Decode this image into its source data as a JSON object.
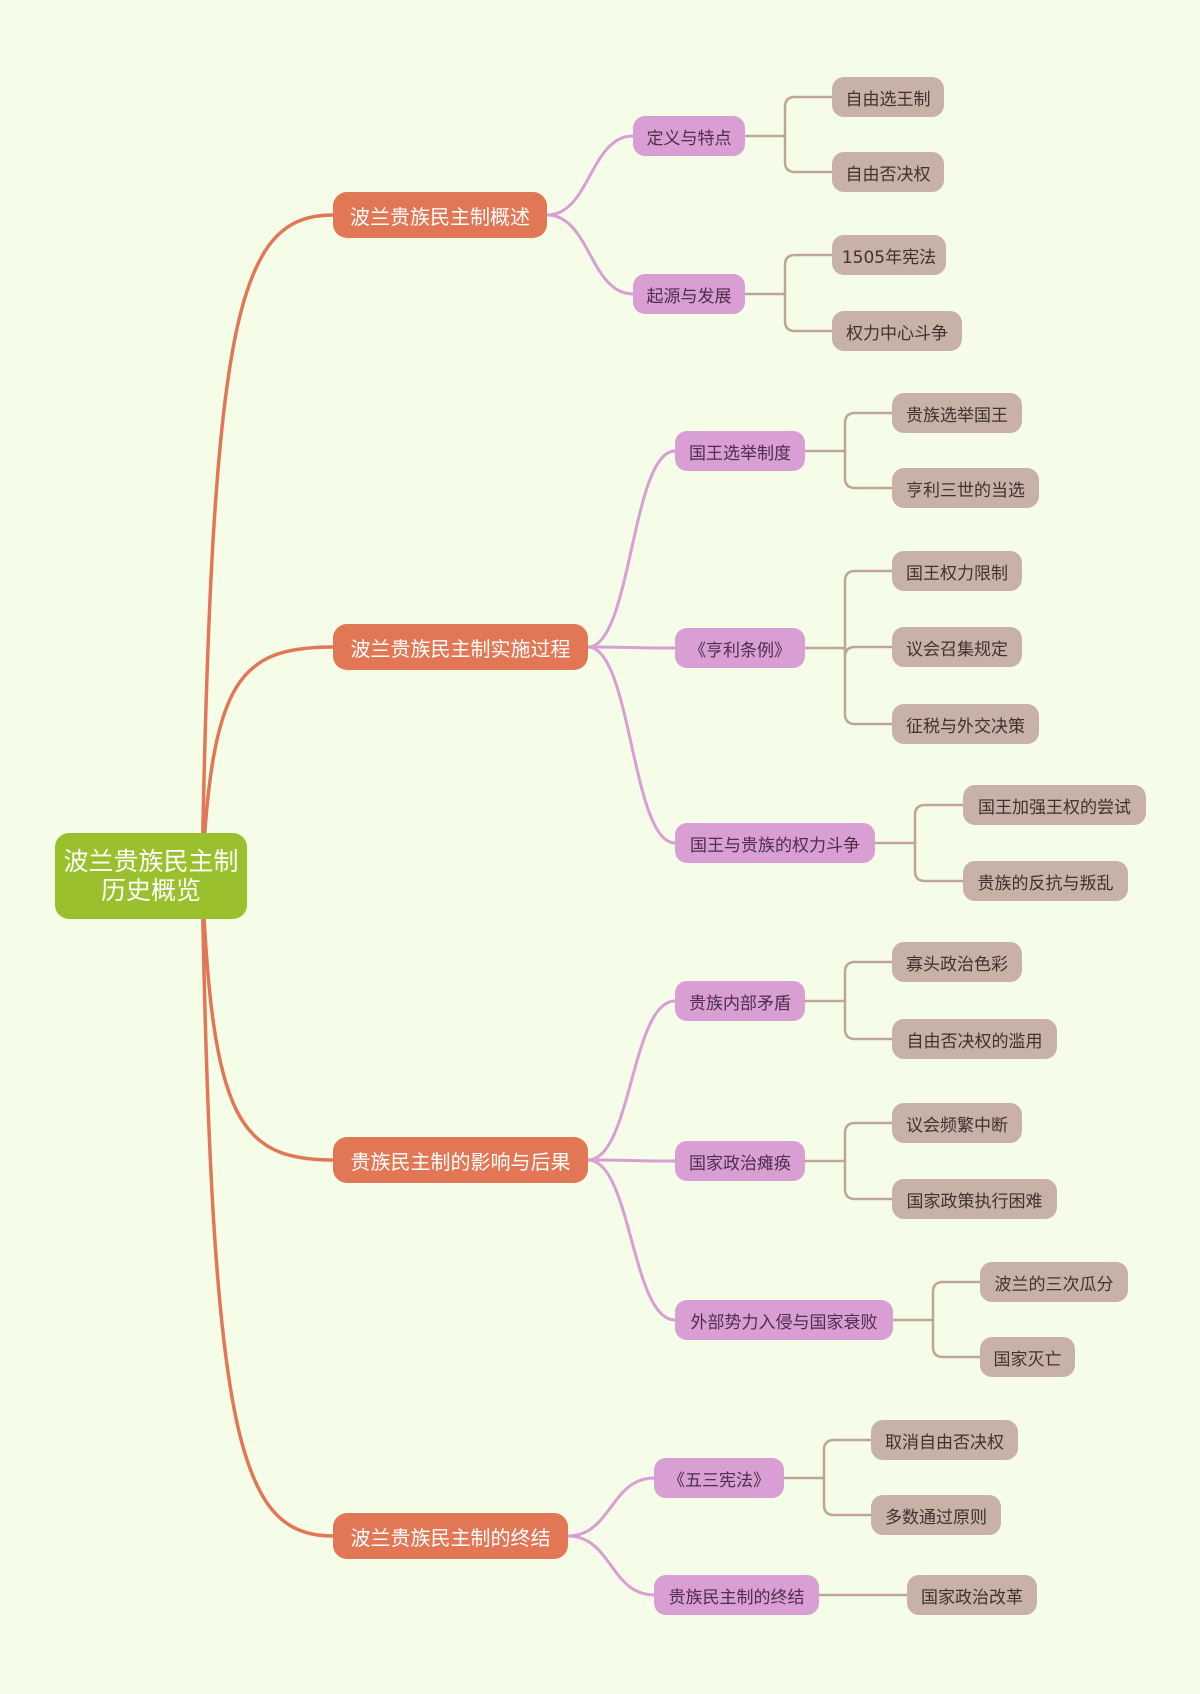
{
  "colors": {
    "background": "#f5fde8",
    "root_fill": "#9bc02e",
    "main_fill": "#e27756",
    "main_link": "#e27756",
    "sub_fill": "#d99ed3",
    "sub_link": "#d99ed3",
    "leaf_fill": "#c8b1a6",
    "leaf_link": "#bfa598"
  },
  "mindmap": {
    "root": "波兰贵族民主制历史概览",
    "branches": [
      {
        "label": "波兰贵族民主制概述",
        "children": [
          {
            "label": "定义与特点",
            "children": [
              "自由选王制",
              "自由否决权"
            ]
          },
          {
            "label": "起源与发展",
            "children": [
              "1505年宪法",
              "权力中心斗争"
            ]
          }
        ]
      },
      {
        "label": "波兰贵族民主制实施过程",
        "children": [
          {
            "label": "国王选举制度",
            "children": [
              "贵族选举国王",
              "亨利三世的当选"
            ]
          },
          {
            "label": "《亨利条例》",
            "children": [
              "国王权力限制",
              "议会召集规定",
              "征税与外交决策"
            ]
          },
          {
            "label": "国王与贵族的权力斗争",
            "children": [
              "国王加强王权的尝试",
              "贵族的反抗与叛乱"
            ]
          }
        ]
      },
      {
        "label": "贵族民主制的影响与后果",
        "children": [
          {
            "label": "贵族内部矛盾",
            "children": [
              "寡头政治色彩",
              "自由否决权的滥用"
            ]
          },
          {
            "label": "国家政治瘫痪",
            "children": [
              "议会频繁中断",
              "国家政策执行困难"
            ]
          },
          {
            "label": "外部势力入侵与国家衰败",
            "children": [
              "波兰的三次瓜分",
              "国家灭亡"
            ]
          }
        ]
      },
      {
        "label": "波兰贵族民主制的终结",
        "children": [
          {
            "label": "《五三宪法》",
            "children": [
              "取消自由否决权",
              "多数通过原则"
            ]
          },
          {
            "label": "贵族民主制的终结",
            "children": [
              "国家政治改革"
            ]
          }
        ]
      }
    ]
  }
}
